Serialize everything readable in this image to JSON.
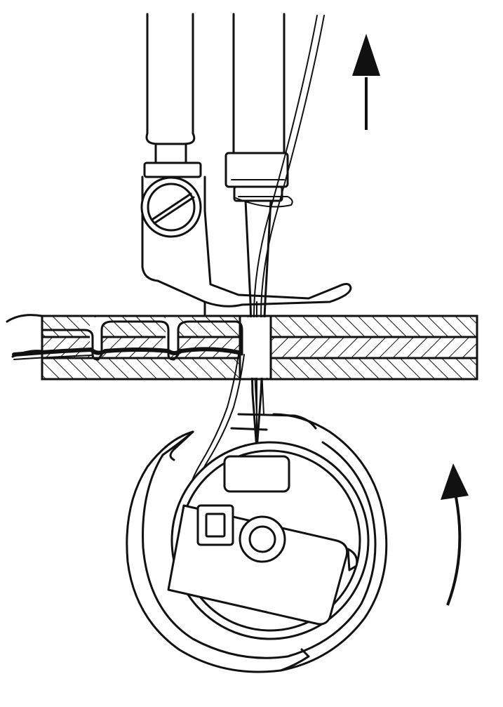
{
  "figure": {
    "subject": "",
    "ink_color": "#111111",
    "background_color": "#ffffff",
    "arrows": [
      {
        "name": "needle-direction-arrow",
        "direction": "up"
      },
      {
        "name": "hook-rotation-arrow",
        "direction": "counterclockwise"
      }
    ]
  }
}
